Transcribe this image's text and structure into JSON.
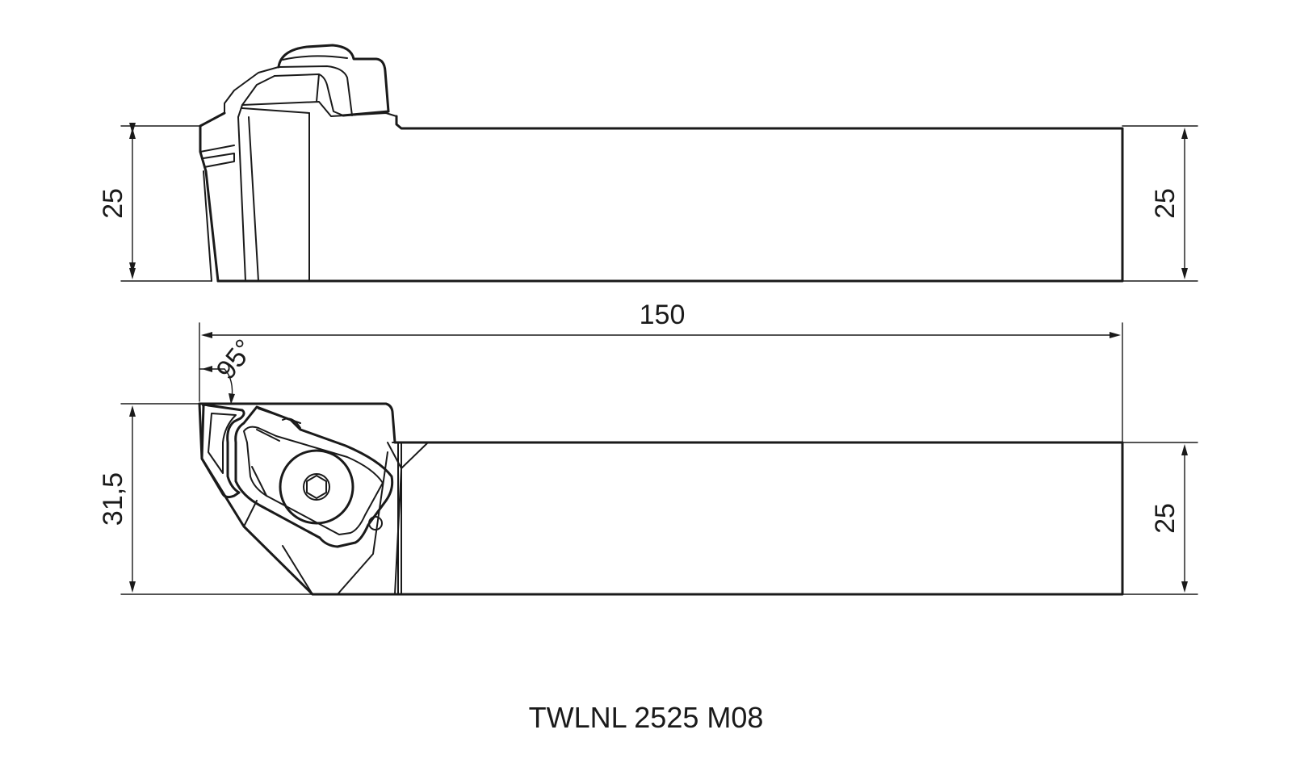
{
  "drawing": {
    "model": "TWLNL 2525 M08",
    "dimensions": {
      "side_height_left": "25",
      "side_height_right": "25",
      "overall_length": "150",
      "approach_angle": "95°",
      "head_width": "31,5",
      "shank_width": "25"
    }
  }
}
